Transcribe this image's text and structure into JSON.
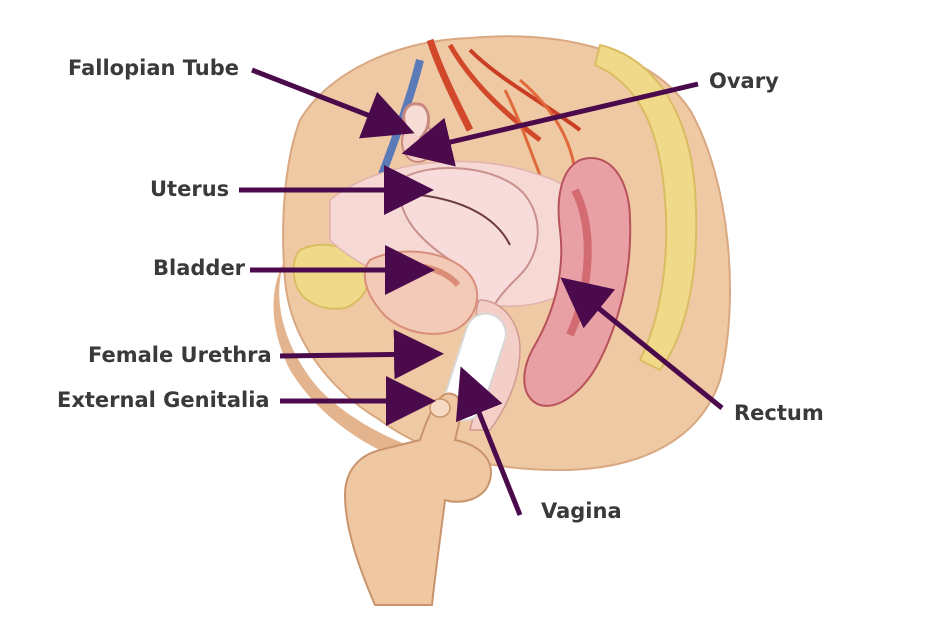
{
  "labels": {
    "fallopian_tube": "Fallopian Tube",
    "ovary": "Ovary",
    "uterus": "Uterus",
    "bladder": "Bladder",
    "female_urethra": "Female Urethra",
    "external_genitalia": "External Genitalia",
    "rectum": "Rectum",
    "vagina": "Vagina"
  },
  "colors": {
    "arrow": "#4b0a4b",
    "label_text": "#3a3a3a",
    "skin": "#efc9a4",
    "tissue_pink": "#f3c4c0",
    "bone_yellow": "#f1d98a",
    "rectum_red": "#c9545c",
    "vessel_red": "#d2482a",
    "vessel_blue": "#5a7bb8"
  }
}
